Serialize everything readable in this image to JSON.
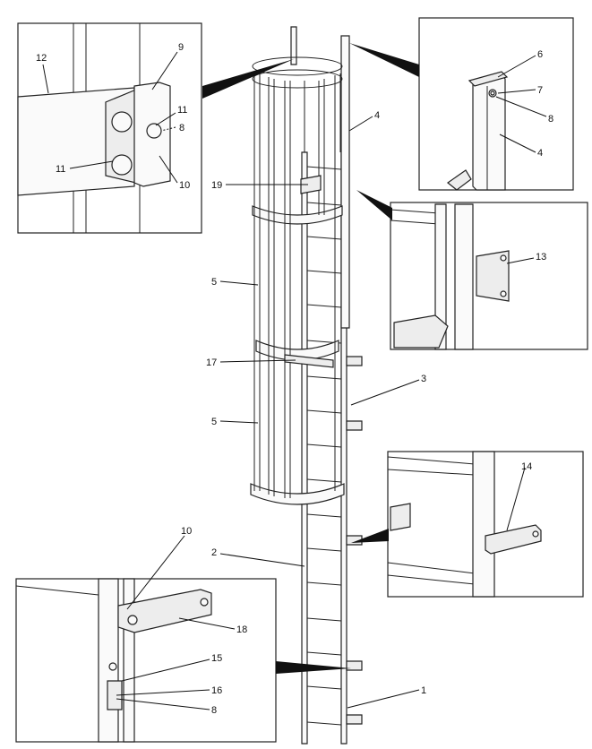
{
  "figure": {
    "description_labels": {
      "detail_top_left": [
        "12",
        "9",
        "11",
        "8",
        "11",
        "10"
      ],
      "detail_top_right": [
        "6",
        "7",
        "8",
        "4"
      ],
      "detail_mid_right": [
        "13"
      ],
      "detail_lower_right": [
        "14"
      ],
      "detail_bottom_left": [
        "10",
        "18",
        "15",
        "16",
        "8"
      ],
      "main": [
        "4",
        "19",
        "5",
        "17",
        "3",
        "5",
        "2",
        "1"
      ]
    },
    "callouts": {
      "c12": "12",
      "c9": "9",
      "c11a": "11",
      "c8a": "8",
      "c11b": "11",
      "c10a": "10",
      "c6": "6",
      "c7": "7",
      "c8b": "8",
      "c4a": "4",
      "c4b": "4",
      "c19": "19",
      "c5a": "5",
      "c17": "17",
      "c3": "3",
      "c5b": "5",
      "c2": "2",
      "c1": "1",
      "c13": "13",
      "c14": "14",
      "c10b": "10",
      "c18": "18",
      "c15": "15",
      "c16": "16",
      "c8c": "8"
    }
  }
}
